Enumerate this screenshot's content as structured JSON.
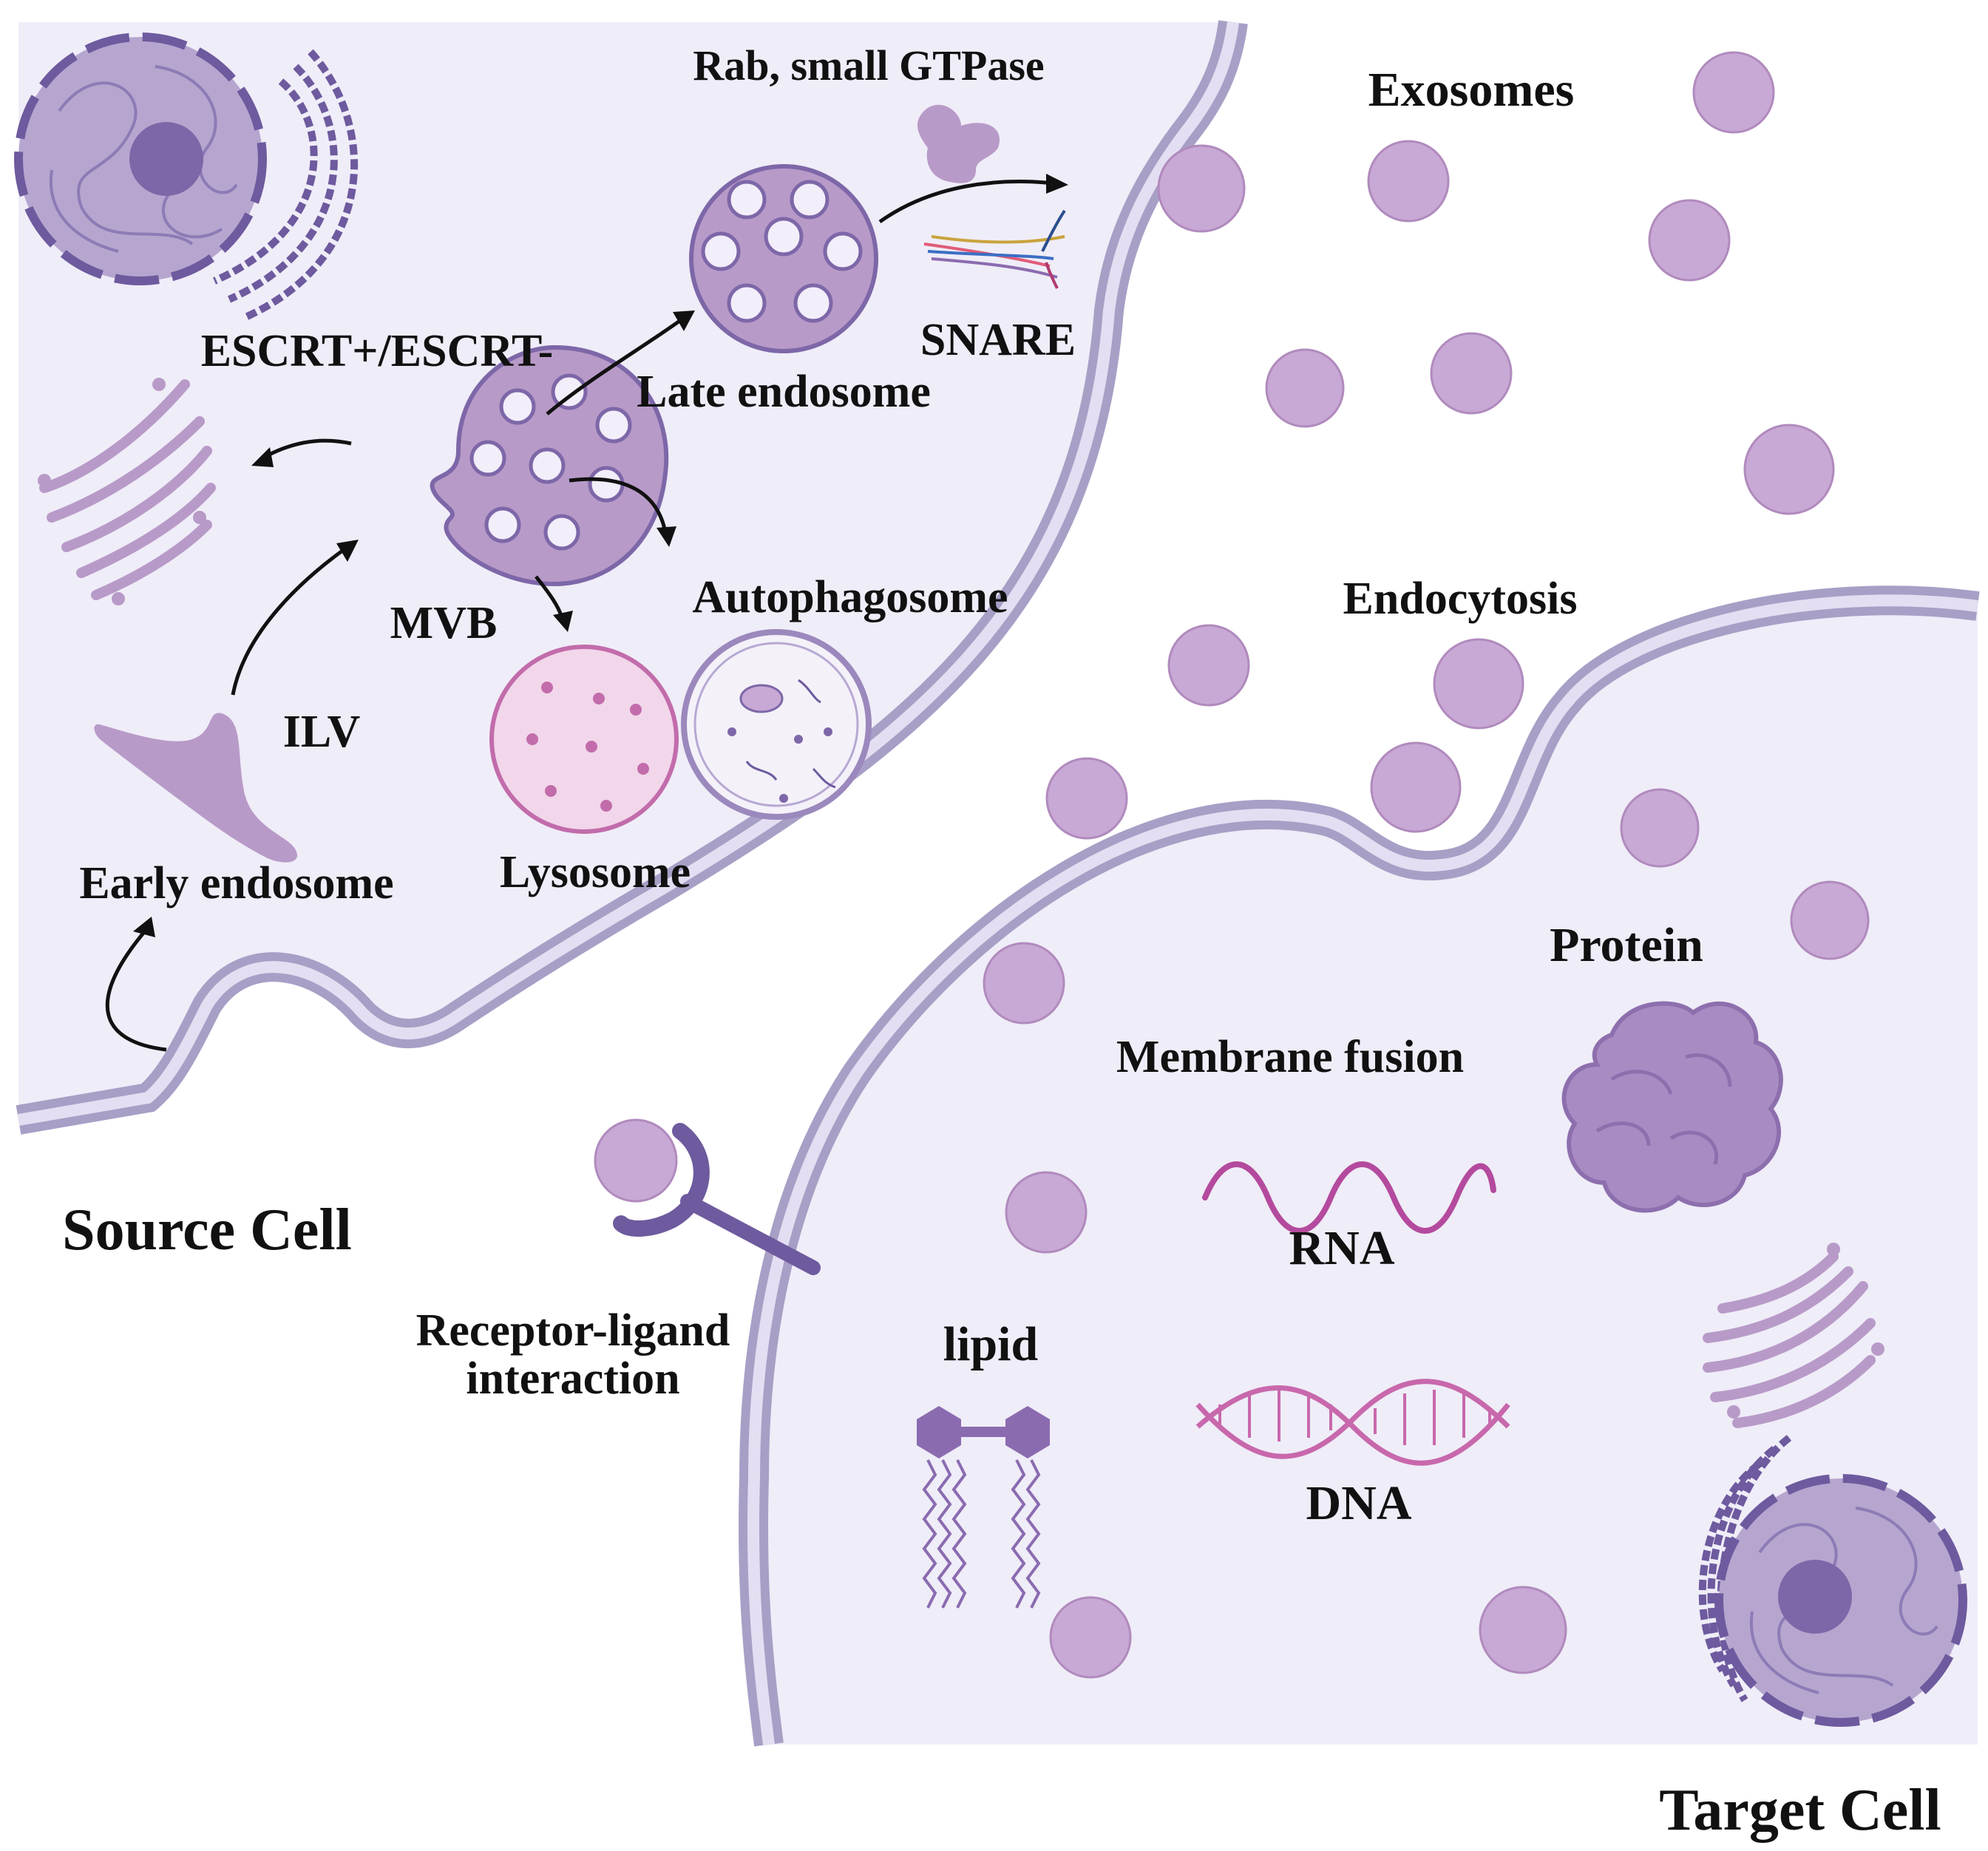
{
  "labels": {
    "rab": "Rab, small GTPase",
    "exosomes": "Exosomes",
    "escrt": "ESCRT+/ESCRT-",
    "late_endosome": "Late endosome",
    "snare": "SNARE",
    "mvb": "MVB",
    "autophagosome": "Autophagosome",
    "ilv": "ILV",
    "early_endosome": "Early endosome",
    "lysosome": "Lysosome",
    "endocytosis": "Endocytosis",
    "protein": "Protein",
    "membrane_fusion": "Membrane fusion",
    "source_cell": "Source Cell",
    "rna": "RNA",
    "receptor_ligand_1": "Receptor-ligand",
    "receptor_ligand_2": "interaction",
    "lipid": "lipid",
    "dna": "DNA",
    "target_cell": "Target Cell"
  },
  "colors": {
    "cytoplasm": "#efedf8",
    "membrane_outer": "#a89fc6",
    "membrane_inner": "#e4def2",
    "exosome_fill": "#c8a8d4",
    "exosome_stroke": "#b08abd",
    "mvb_fill": "#b89ac8",
    "nucleus": "#7d67a8",
    "lysosome_fill": "#f2d6ea",
    "lysosome_stroke": "#c26cab",
    "rna_stroke": "#b44a9e",
    "dna_stroke": "#c868ac",
    "receptor": "#6e5a9e"
  }
}
